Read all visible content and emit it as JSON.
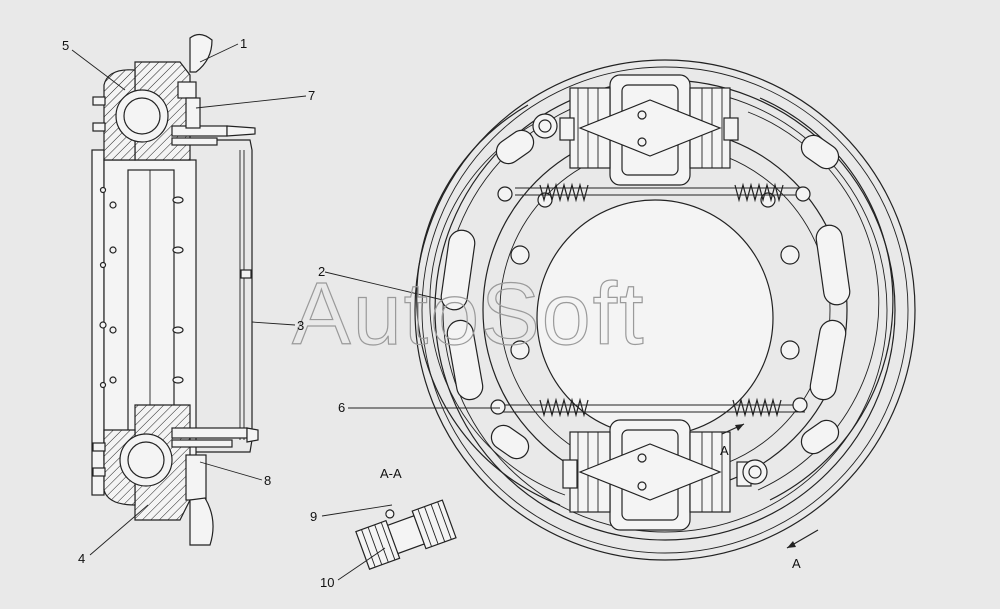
{
  "watermark": "AutoSoft",
  "section_title": "A-A",
  "section_marker": "A",
  "callouts": [
    {
      "id": "1",
      "text": "1"
    },
    {
      "id": "2",
      "text": "2"
    },
    {
      "id": "3",
      "text": "3"
    },
    {
      "id": "4",
      "text": "4"
    },
    {
      "id": "5",
      "text": "5"
    },
    {
      "id": "6",
      "text": "6"
    },
    {
      "id": "7",
      "text": "7"
    },
    {
      "id": "8",
      "text": "8"
    },
    {
      "id": "9",
      "text": "9"
    },
    {
      "id": "10",
      "text": "10"
    }
  ],
  "colors": {
    "background": "#e9e9e9",
    "line": "#222222",
    "watermark": "#9a9a9a"
  }
}
